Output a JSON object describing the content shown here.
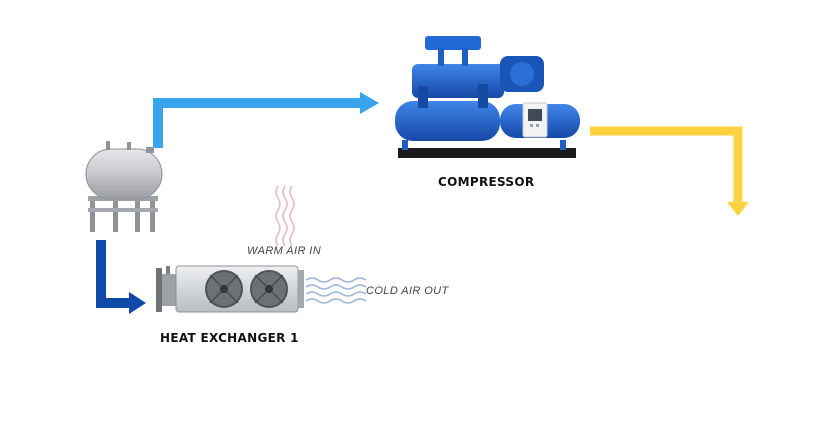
{
  "labels": {
    "compressor": "COMPRESSOR",
    "heat_exchanger": "HEAT EXCHANGER 1",
    "warm_air": "WARM AIR IN",
    "cold_air": "COLD AIR OUT"
  },
  "colors": {
    "blue_arrow": "#3aa3ee",
    "navy_arrow": "#0f4aa8",
    "yellow_arrow": "#ffd23f",
    "warm_wave": "#e9b8c0",
    "cold_wave": "#9ab4dc",
    "machine_blue": "#1f5fc4",
    "tank_grey": "#c9cbce"
  },
  "icons": [
    "receiver-tank-icon",
    "compressor-icon",
    "heat-exchanger-icon",
    "warm-air-waves-icon",
    "cold-air-waves-icon"
  ]
}
